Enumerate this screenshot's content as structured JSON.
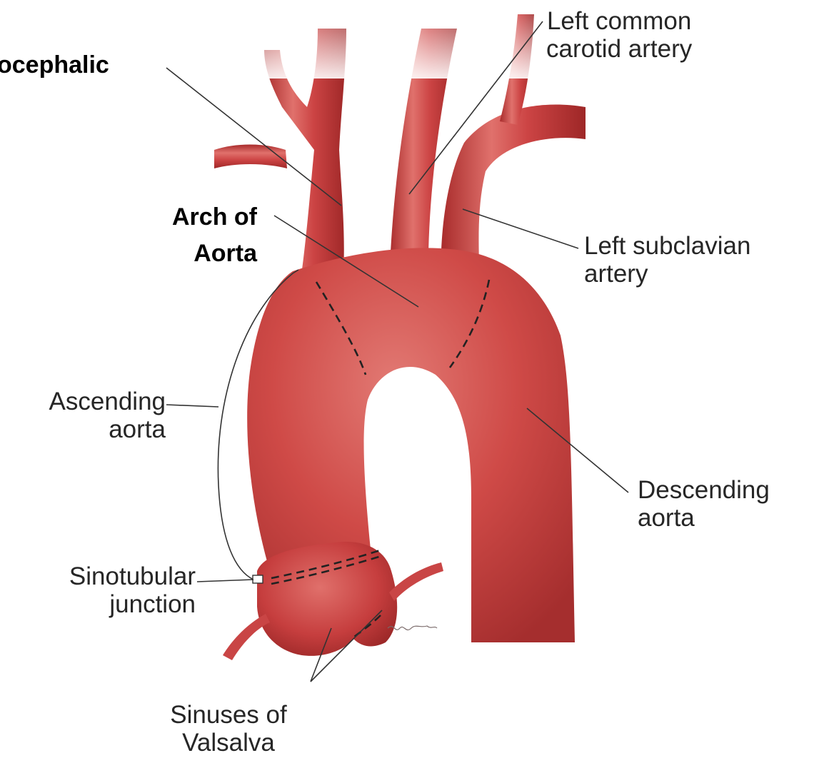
{
  "labels": {
    "brachiocephalic": [
      "ocephalic"
    ],
    "left_common_carotid": [
      "Left common",
      "carotid artery"
    ],
    "arch_of_aorta": [
      "Arch of",
      "Aorta"
    ],
    "left_subclavian": [
      "Left subclavian",
      "artery"
    ],
    "ascending_aorta": [
      "Ascending",
      "aorta"
    ],
    "descending_aorta": [
      "Descending",
      "aorta"
    ],
    "sinotubular_junction": [
      "Sinotubular",
      "junction"
    ],
    "sinuses_of_valsalva": [
      "Sinuses of",
      "Valsalva"
    ],
    "artist_signature": "W.Abby"
  },
  "colors": {
    "vessel": "#c93c3c",
    "vessel_dark": "#9e2727",
    "vessel_light": "#e57f7a",
    "leader_line": "#333333",
    "text": "#262626"
  }
}
